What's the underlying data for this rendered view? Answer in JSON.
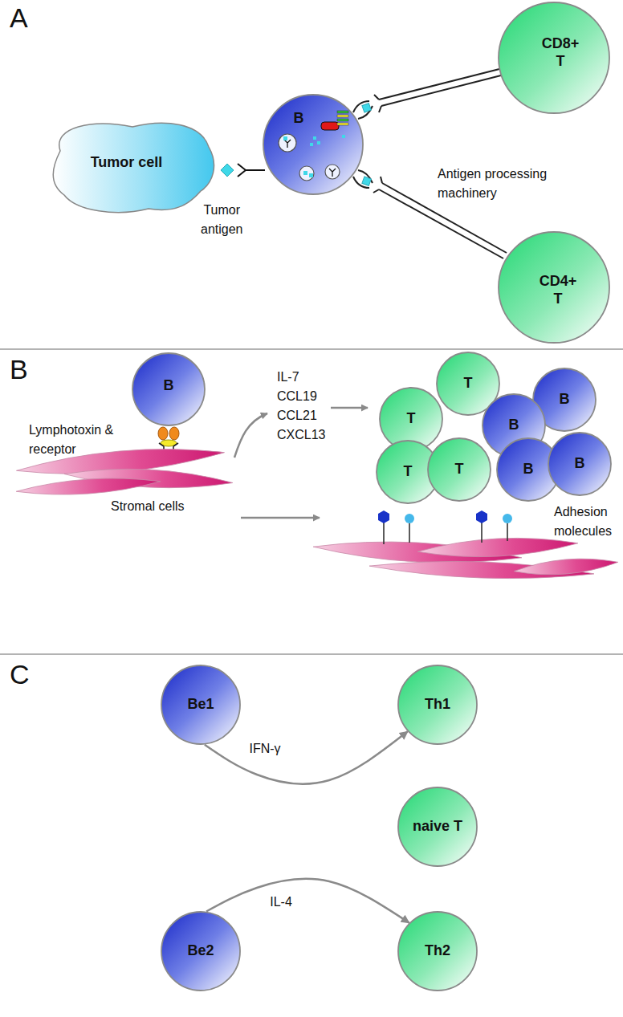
{
  "diagram": {
    "nodes": [
      {
        "text": [
          "Tumor cell"
        ]
      },
      {
        "text": [
          "B"
        ]
      },
      {
        "text": [
          "CD8+ T"
        ]
      },
      {
        "text": [
          "CD4+ T"
        ]
      },
      {
        "text": [
          "B"
        ]
      },
      {
        "text": [
          "T"
        ]
      },
      {
        "text": [
          "T"
        ]
      },
      {
        "text": [
          "T"
        ]
      },
      {
        "text": [
          "T"
        ]
      },
      {
        "text": [
          "B"
        ]
      },
      {
        "text": [
          "B"
        ]
      },
      {
        "text": [
          "B"
        ]
      },
      {
        "text": [
          "B"
        ]
      },
      {
        "text": [
          "Be1"
        ]
      },
      {
        "text": [
          "Th1"
        ]
      },
      {
        "text": [
          "naive T"
        ]
      },
      {
        "text": [
          "Be2"
        ]
      },
      {
        "text": [
          "Th2"
        ]
      }
    ],
    "edges": [
      {
        "from": 13,
        "to": 14,
        "label": "IFN-γ",
        "arrow": "to"
      },
      {
        "from": 16,
        "to": 17,
        "label": "IL-4",
        "arrow": "to"
      }
    ],
    "labels": [
      "A",
      "Tumor antigen",
      "Antigen processing machinery",
      "B",
      "Lymphotoxin & receptor",
      "IL-7 CCL19 CCL21 CXCL13",
      "Stromal cells",
      "Adhesion molecules",
      "C"
    ]
  }
}
